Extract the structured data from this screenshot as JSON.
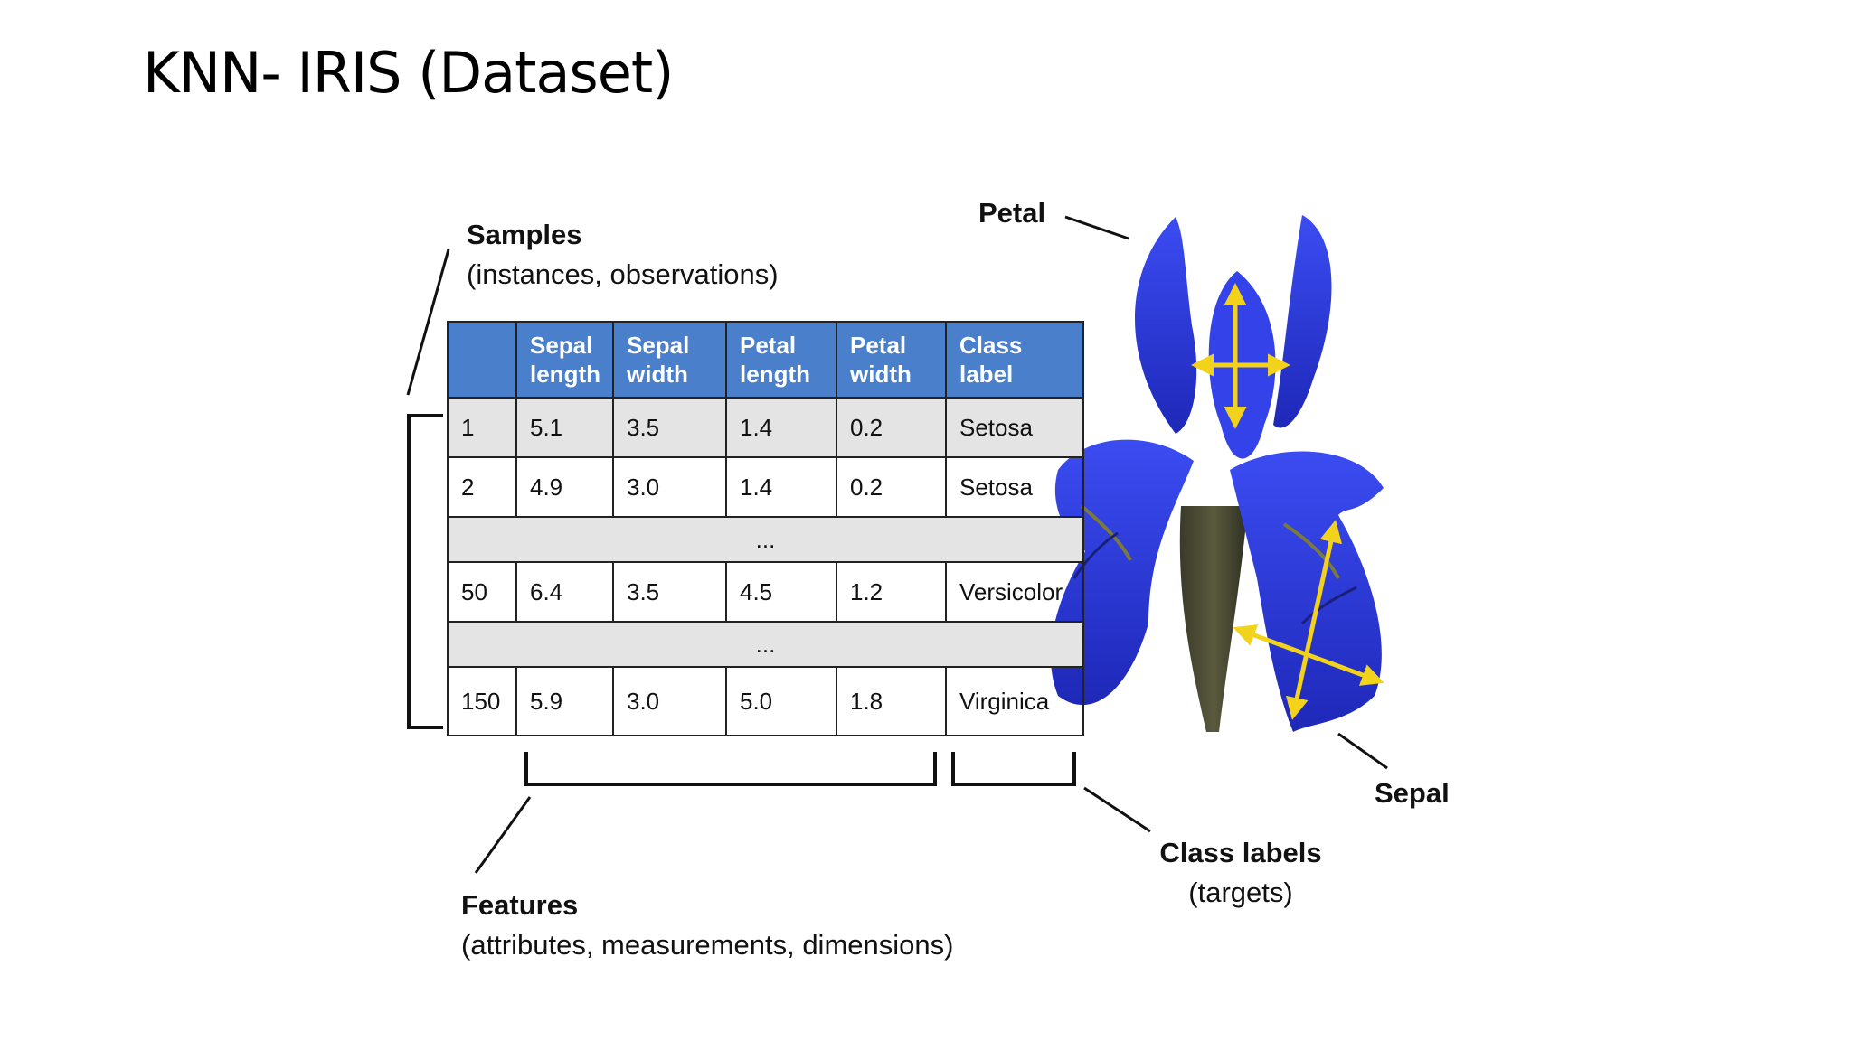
{
  "title": "KNN- IRIS (Dataset)",
  "labels": {
    "samples": {
      "head": "Samples",
      "sub": "(instances, observations)"
    },
    "features": {
      "head": "Features",
      "sub": "(attributes, measurements, dimensions)"
    },
    "class_labels": {
      "head": "Class labels",
      "sub": "(targets)"
    },
    "petal": "Petal",
    "sepal": "Sepal"
  },
  "table": {
    "headers": [
      [
        "",
        ""
      ],
      [
        "Sepal",
        "length"
      ],
      [
        "Sepal",
        "width"
      ],
      [
        "Petal",
        "length"
      ],
      [
        "Petal",
        "width"
      ],
      [
        "Class",
        "label"
      ]
    ],
    "rows": [
      {
        "cells": [
          "1",
          "5.1",
          "3.5",
          "1.4",
          "0.2",
          "Setosa"
        ]
      },
      {
        "cells": [
          "2",
          "4.9",
          "3.0",
          "1.4",
          "0.2",
          "Setosa"
        ]
      },
      {
        "ellipsis": "..."
      },
      {
        "cells": [
          "50",
          "6.4",
          "3.5",
          "4.5",
          "1.2",
          "Versicolor"
        ]
      },
      {
        "ellipsis": "..."
      },
      {
        "cells": [
          "150",
          "5.9",
          "3.0",
          "5.0",
          "1.8",
          "Virginica"
        ]
      }
    ]
  },
  "colors": {
    "header_bg": "#4a7fcc",
    "shade": "#e4e4e4",
    "iris_petal": "#2f3fe0",
    "arrow": "#f3d21b"
  },
  "image": {
    "flower": "iris-flower-icon"
  }
}
